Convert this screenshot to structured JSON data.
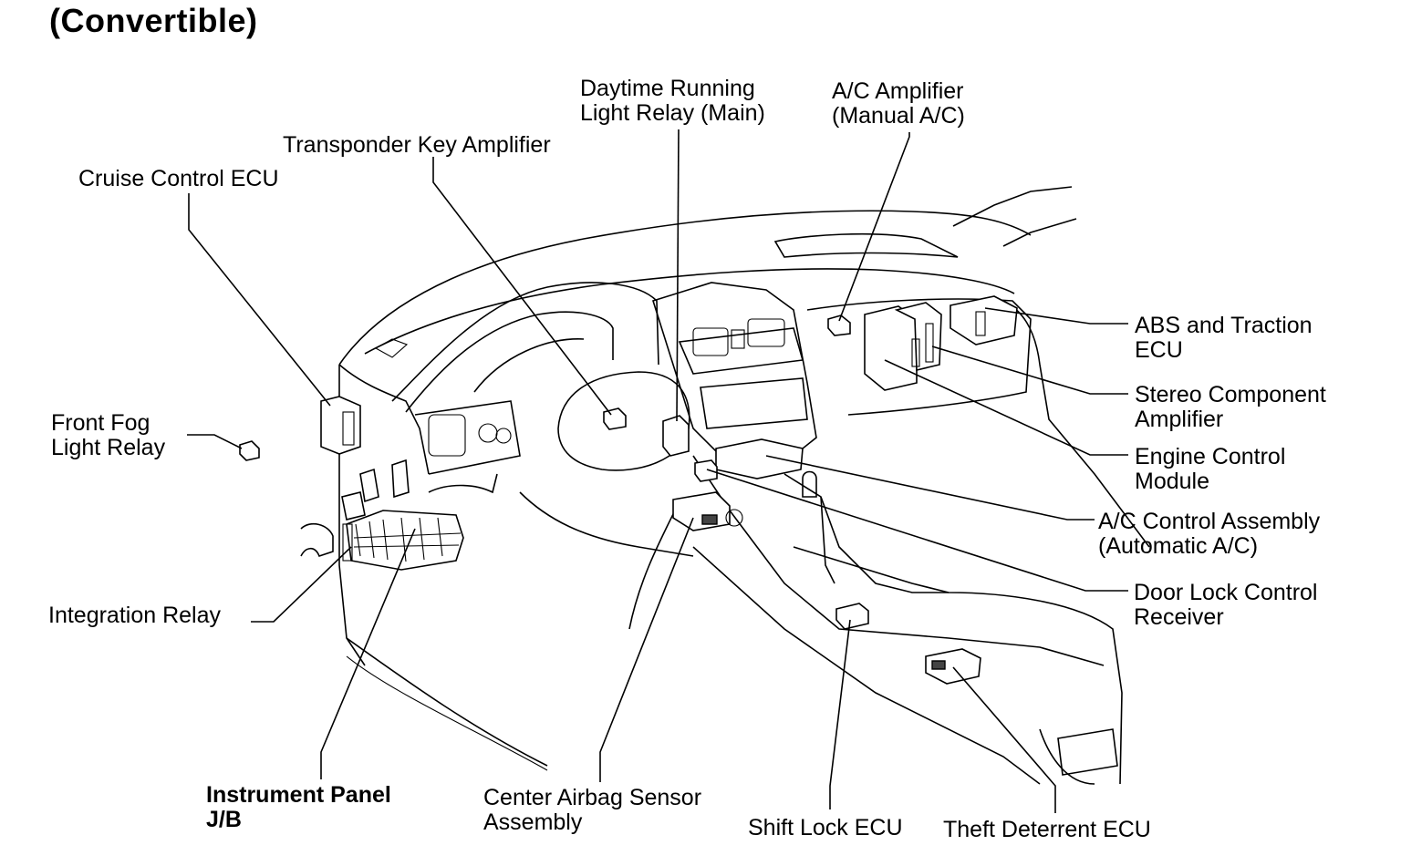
{
  "title": "(Convertible)",
  "labels": {
    "daytime_running_light_relay": [
      "Daytime Running",
      "Light Relay (Main)"
    ],
    "ac_amplifier": [
      "A/C Amplifier",
      "(Manual A/C)"
    ],
    "transponder_key_amplifier": [
      "Transponder Key Amplifier"
    ],
    "cruise_control_ecu": [
      "Cruise Control ECU"
    ],
    "front_fog_light_relay": [
      "Front Fog",
      "Light Relay"
    ],
    "abs_traction_ecu": [
      "ABS and Traction",
      "ECU"
    ],
    "stereo_component_amplifier": [
      "Stereo Component",
      "Amplifier"
    ],
    "engine_control_module": [
      "Engine Control",
      "Module"
    ],
    "ac_control_assembly": [
      "A/C Control Assembly",
      "(Automatic A/C)"
    ],
    "door_lock_control_receiver": [
      "Door Lock Control",
      "Receiver"
    ],
    "integration_relay": [
      "Integration Relay"
    ],
    "instrument_panel_jb": [
      "Instrument Panel",
      "J/B"
    ],
    "center_airbag_sensor": [
      "Center Airbag Sensor",
      "Assembly"
    ],
    "shift_lock_ecu": [
      "Shift Lock ECU"
    ],
    "theft_deterrent_ecu": [
      "Theft Deterrent ECU"
    ]
  }
}
